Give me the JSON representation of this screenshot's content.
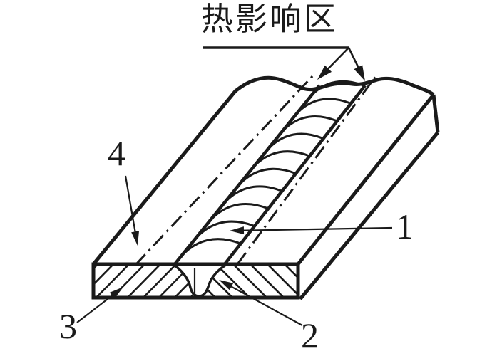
{
  "figure": {
    "haz_label": "热影响区",
    "callouts": {
      "weld_bead": "1",
      "weld_nugget": "2",
      "base_metal_section": "3",
      "plate_surface": "4"
    },
    "ink_color": "#1a1a1a",
    "background_color": "#ffffff"
  }
}
